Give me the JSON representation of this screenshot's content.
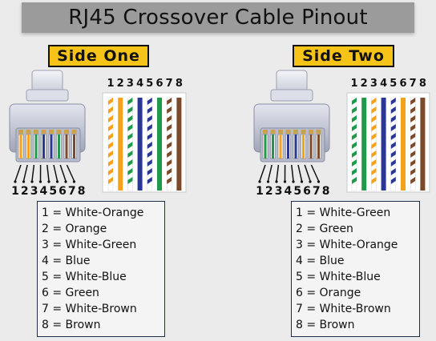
{
  "title": "RJ45 Crossover Cable Pinout",
  "colors": {
    "orange": "#f5a21a",
    "green": "#1f9a4a",
    "blue": "#2b3795",
    "brown": "#7a4a2a",
    "white": "#ffffff",
    "label_bg": "#f6c318",
    "title_bg": "#9b9b9b"
  },
  "side_one": {
    "label": "Side One",
    "connector_pin_numbers": [
      "1",
      "2",
      "3",
      "4",
      "5",
      "6",
      "7",
      "8"
    ],
    "wire_pin_numbers": [
      "1",
      "2",
      "3",
      "4",
      "5",
      "6",
      "7",
      "8"
    ],
    "wires": [
      {
        "base": "white",
        "stripe": "orange"
      },
      {
        "base": "orange",
        "stripe": null
      },
      {
        "base": "white",
        "stripe": "green"
      },
      {
        "base": "blue",
        "stripe": null
      },
      {
        "base": "white",
        "stripe": "blue"
      },
      {
        "base": "green",
        "stripe": null
      },
      {
        "base": "white",
        "stripe": "brown"
      },
      {
        "base": "brown",
        "stripe": null
      }
    ],
    "legend": [
      "1 = White-Orange",
      "2 = Orange",
      "3 = White-Green",
      "4 = Blue",
      "5 = White-Blue",
      "6 = Green",
      "7 = White-Brown",
      "8 = Brown"
    ]
  },
  "side_two": {
    "label": "Side Two",
    "connector_pin_numbers": [
      "1",
      "2",
      "3",
      "4",
      "5",
      "6",
      "7",
      "8"
    ],
    "wire_pin_numbers": [
      "1",
      "2",
      "3",
      "4",
      "5",
      "6",
      "7",
      "8"
    ],
    "wires": [
      {
        "base": "white",
        "stripe": "green"
      },
      {
        "base": "green",
        "stripe": null
      },
      {
        "base": "white",
        "stripe": "orange"
      },
      {
        "base": "blue",
        "stripe": null
      },
      {
        "base": "white",
        "stripe": "blue"
      },
      {
        "base": "orange",
        "stripe": null
      },
      {
        "base": "white",
        "stripe": "brown"
      },
      {
        "base": "brown",
        "stripe": null
      }
    ],
    "legend": [
      "1 = White-Green",
      "2 = Green",
      "3 = White-Orange",
      "4 = Blue",
      "5 = White-Blue",
      "6 = Orange",
      "7 = White-Brown",
      "8 = Brown"
    ]
  }
}
